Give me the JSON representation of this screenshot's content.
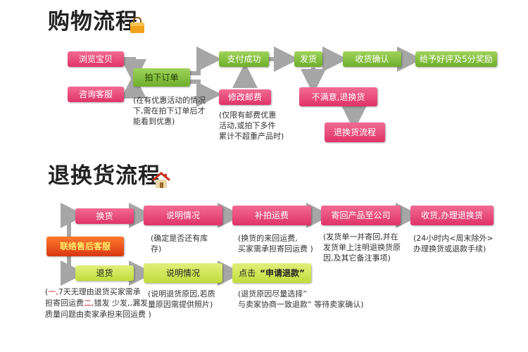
{
  "section1": {
    "title": "购物流程",
    "boxes": {
      "browse": "浏览宝贝",
      "consult": "咨询客服",
      "order": "拍下订单",
      "modify_postage": "修改邮费",
      "pay_success": "支付成功",
      "ship": "发货",
      "confirm": "收货确认",
      "review": "给予好评及5分奖励",
      "unsatisfied": "不满意,退换货",
      "return_process": "退换货流程"
    },
    "notes": {
      "order_note": [
        "(在有优惠活动的情况",
        "下,需在拍下订单后才",
        "能看到优惠)"
      ],
      "postage_note": [
        "(仅限有邮费优惠",
        "活动,或拍下多件",
        "累计不超重产品时)"
      ]
    }
  },
  "section2": {
    "title": "退换货流程",
    "boxes": {
      "exchange": "换货",
      "explain1": "说明情况",
      "pay_shipping": "补拍运费",
      "send_back": "寄回产品至公司",
      "receive_process": "收货,办理退换货",
      "contact": "联络售后客服",
      "refund": "退货",
      "explain2": "说明情况",
      "request_refund_prefix": "点击",
      "request_refund_main": "“申请退款”"
    },
    "notes": {
      "explain1_note": [
        "(确定是否还有库",
        "存)"
      ],
      "pay_shipping_note": [
        "(换货的来回运费,",
        "买家需承担寄回运费 )"
      ],
      "send_back_note": [
        "(发货单一并寄回,并在",
        "发货单上注明退换货原",
        "因,及其它备注事项)"
      ],
      "receive_note": [
        "(24小时内<周末除外>",
        "办理换货或退款手续)"
      ],
      "refund_note": {
        "l1_a": "(",
        "l1_b": "一,",
        "l1_c": "7天无理由退货买家需承",
        "l2_a": "担寄回运费",
        "l2_b": "二,",
        "l2_c": "错发 少发,,漏发",
        "l3": "质量问题由卖家承担来回运费 )"
      },
      "explain2_note": [
        "(说明退货原因,若质",
        "量原因需提供照片)"
      ],
      "request_note": [
        "(退货原因尽量选择”",
        "与卖家协商一致退款” 等待卖家确认)"
      ]
    }
  },
  "colors": {
    "pink": "#e8416f",
    "green": "#84c13f",
    "lime": "#d3e85a",
    "orange": "#e84e1b",
    "arrow": "#a6a6a6"
  },
  "icons": [
    "shopping-bag-icon",
    "house-icon"
  ]
}
